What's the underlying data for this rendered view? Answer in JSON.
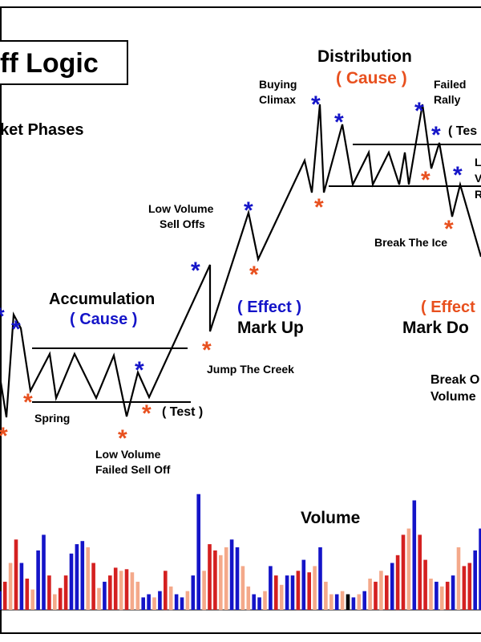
{
  "title": "ff Logic",
  "subtitle": "ket Phases",
  "colors": {
    "blue": "#1414c8",
    "red": "#e8501e",
    "dark_red": "#d42020",
    "salmon": "#f4a98a",
    "black": "#000000"
  },
  "labels": {
    "accumulation": "Accumulation",
    "accumulation_cause": "( Cause )",
    "distribution": "Distribution",
    "distribution_cause": "( Cause )",
    "markup_effect": "( Effect )",
    "markup": "Mark Up",
    "markdown_effect": "( Effect",
    "markdown": "Mark Do",
    "buying_climax_1": "Buying",
    "buying_climax_2": "Climax",
    "failed_rally_1": "Failed",
    "failed_rally_2": "Rally",
    "test_right": "( Tes",
    "test_left": "( Test )",
    "low_volume_sell_offs_1": "Low Volume",
    "low_volume_sell_offs_2": "Sell Offs",
    "jump_the_creek": "Jump The Creek",
    "break_the_ice": "Break The Ice",
    "spring": "Spring",
    "low_volume_failed_1": "Low Volume",
    "low_volume_failed_2": "Failed Sell Off",
    "break_volume_1": "Break O",
    "break_volume_2": "Volume",
    "right_cut_1": "L",
    "right_cut_2": "V",
    "right_cut_3": "R",
    "volume": "Volume",
    "star_glyph": "*"
  },
  "volume_bars": {
    "note_colors": [
      "blue",
      "red",
      "salmon",
      "black"
    ],
    "values": [
      12,
      18,
      30,
      45,
      30,
      20,
      13,
      38,
      48,
      22,
      10,
      14,
      22,
      36,
      42,
      44,
      40,
      30,
      14,
      18,
      22,
      27,
      25,
      26,
      24,
      18,
      8,
      10,
      8,
      12,
      25,
      15,
      10,
      8,
      12,
      22,
      74,
      25,
      42,
      38,
      35,
      40,
      45,
      40,
      28,
      15,
      10,
      8,
      12,
      28,
      22,
      16,
      22,
      22,
      25,
      32,
      24,
      28,
      40,
      18,
      10,
      10,
      12,
      10,
      8,
      10,
      12,
      20,
      18,
      25,
      22,
      30,
      35,
      48,
      52,
      70,
      48,
      32,
      20,
      18,
      15,
      18,
      22,
      40,
      28,
      30,
      38,
      52
    ],
    "series_colors": [
      "blue",
      "red",
      "salmon",
      "red",
      "blue",
      "red",
      "salmon",
      "blue",
      "blue",
      "red",
      "salmon",
      "red",
      "red",
      "blue",
      "blue",
      "blue",
      "salmon",
      "red",
      "salmon",
      "blue",
      "red",
      "red",
      "salmon",
      "red",
      "salmon",
      "salmon",
      "blue",
      "blue",
      "salmon",
      "blue",
      "red",
      "salmon",
      "blue",
      "blue",
      "salmon",
      "blue",
      "blue",
      "salmon",
      "red",
      "red",
      "salmon",
      "salmon",
      "blue",
      "blue",
      "salmon",
      "salmon",
      "blue",
      "blue",
      "salmon",
      "blue",
      "red",
      "salmon",
      "blue",
      "blue",
      "red",
      "blue",
      "red",
      "salmon",
      "blue",
      "salmon",
      "salmon",
      "blue",
      "salmon",
      "black",
      "blue",
      "salmon",
      "blue",
      "salmon",
      "red",
      "salmon",
      "red",
      "blue",
      "red",
      "red",
      "salmon",
      "blue",
      "red",
      "red",
      "salmon",
      "blue",
      "salmon",
      "red",
      "blue",
      "salmon",
      "red",
      "red",
      "blue",
      "blue"
    ]
  }
}
